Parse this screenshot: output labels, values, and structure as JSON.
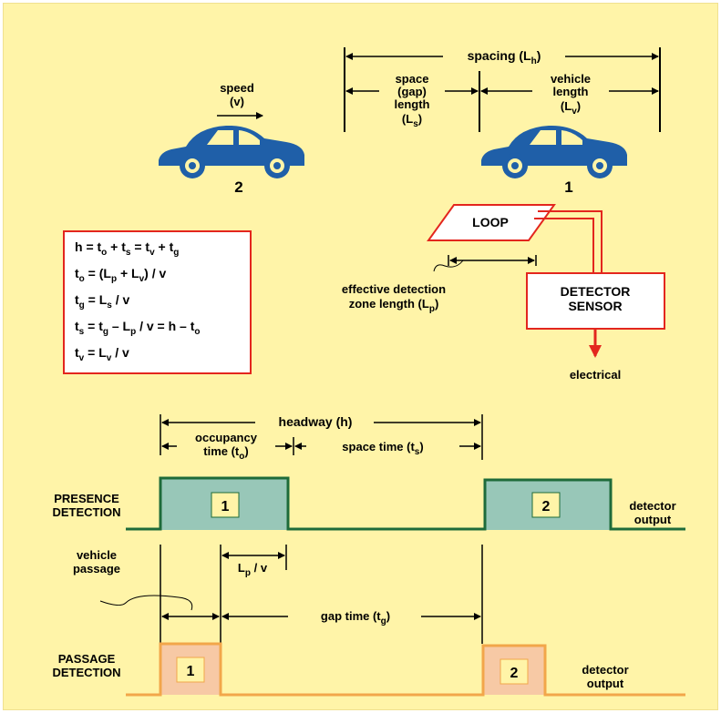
{
  "colors": {
    "background": "#fff4a8",
    "car": "#1f5fa8",
    "loop_red": "#e3261e",
    "presence_line": "#1e6b3a",
    "presence_fill": "#98c7b8",
    "passage_line": "#f2a64a",
    "passage_fill": "#f7c9a5",
    "number_box": "#fff4a8"
  },
  "icons": [
    "car-icon",
    "arrow-icon"
  ],
  "top": {
    "spacing": [
      "spacing (L",
      "h",
      ")"
    ],
    "speed": "speed",
    "speed_sym": "(v)",
    "gap_lines": [
      "space",
      "(gap)",
      "length"
    ],
    "gap_sym": [
      "(L",
      "s",
      ")"
    ],
    "veh_lines": [
      "vehicle",
      "length"
    ],
    "veh_sym": [
      "(L",
      "v",
      ")"
    ],
    "car2_num": "2",
    "car1_num": "1"
  },
  "detector": {
    "loop": "LOOP",
    "sensor_line1": "DETECTOR",
    "sensor_line2": "SENSOR",
    "electrical": "electrical",
    "zone_line1": "effective detection",
    "zone_line2": [
      "zone length (L",
      "p",
      ")"
    ]
  },
  "equations": [
    [
      [
        "h = t",
        ""
      ],
      [
        "o",
        "s"
      ],
      [
        " + t",
        ""
      ],
      [
        "s",
        "s"
      ],
      [
        " = t",
        ""
      ],
      [
        "v",
        "s"
      ],
      [
        " + t",
        ""
      ],
      [
        "g",
        "s"
      ]
    ],
    [
      [
        "t",
        ""
      ],
      [
        "o",
        "s"
      ],
      [
        " = (L",
        ""
      ],
      [
        "p",
        "s"
      ],
      [
        " + L",
        ""
      ],
      [
        "v",
        "s"
      ],
      [
        ") / v",
        ""
      ]
    ],
    [
      [
        "t",
        ""
      ],
      [
        "g",
        "s"
      ],
      [
        " = L",
        ""
      ],
      [
        "s",
        "s"
      ],
      [
        " / v",
        ""
      ]
    ],
    [
      [
        "t",
        ""
      ],
      [
        "s",
        "s"
      ],
      [
        " = t",
        ""
      ],
      [
        "g",
        "s"
      ],
      [
        " – L",
        ""
      ],
      [
        "p",
        "s"
      ],
      [
        " / v = h – t",
        ""
      ],
      [
        "o",
        "s"
      ]
    ],
    [
      [
        "t",
        ""
      ],
      [
        "v",
        "s"
      ],
      [
        " = L",
        ""
      ],
      [
        "v",
        "s"
      ],
      [
        " / v",
        ""
      ]
    ]
  ],
  "timing": {
    "headway": "headway (h)",
    "occupancy_line1": "occupancy",
    "occupancy_line2": [
      "time (t",
      "o",
      ")"
    ],
    "space_time": [
      "space time (t",
      "s",
      ")"
    ],
    "presence_line1": "PRESENCE",
    "presence_line2": "DETECTION",
    "presence_box1": "1",
    "presence_box2": "2",
    "detector_output_line1": "detector",
    "detector_output_line2": "output",
    "vehicle_passage_line1": "vehicle",
    "vehicle_passage_line2": "passage",
    "lp_v": [
      "L",
      "p",
      " / v"
    ],
    "gap_time": [
      "gap time (t",
      "g",
      ")"
    ],
    "passage_line1": "PASSAGE",
    "passage_line2": "DETECTION",
    "passage_box1": "1",
    "passage_box2": "2",
    "passage_output_line1": "detector",
    "passage_output_line2": "output"
  }
}
